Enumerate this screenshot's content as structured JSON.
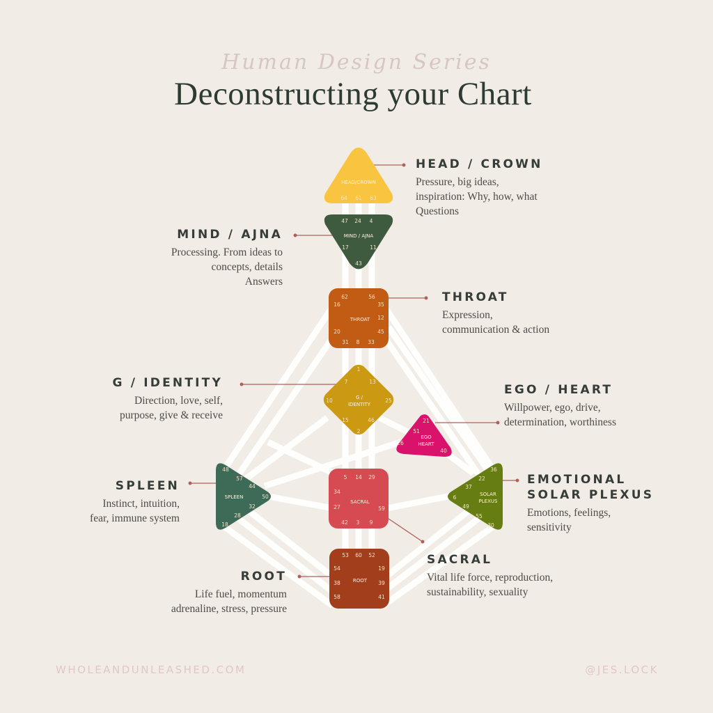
{
  "header": {
    "series_title": "Human Design Series",
    "title": "Deconstructing your Chart"
  },
  "centers": {
    "head": {
      "name": "HEAD/CROWN",
      "color": "#f9c440",
      "gates": [
        "64",
        "61",
        "63"
      ]
    },
    "ajna": {
      "name": "MIND / AJNA",
      "color": "#3e5b3f",
      "gates": [
        "47",
        "24",
        "4",
        "17",
        "11",
        "43"
      ]
    },
    "throat": {
      "name": "THROAT",
      "color": "#c25b14",
      "gates": [
        "62",
        "56",
        "16",
        "35",
        "12",
        "20",
        "45",
        "31",
        "8",
        "33"
      ]
    },
    "g": {
      "name_line1": "G /",
      "name_line2": "IDENTITY",
      "color": "#cc9a12",
      "gates": [
        "1",
        "7",
        "13",
        "10",
        "25",
        "15",
        "46",
        "2"
      ]
    },
    "ego": {
      "name_line1": "EGO",
      "name_line2": "HEART",
      "color": "#d9136c",
      "gates": [
        "21",
        "51",
        "26",
        "40"
      ]
    },
    "spleen": {
      "name": "SPLEEN",
      "color": "#3d6b58",
      "gates": [
        "48",
        "57",
        "44",
        "50",
        "32",
        "28",
        "18"
      ]
    },
    "sacral": {
      "name": "SACRAL",
      "color": "#d64b52",
      "gates": [
        "5",
        "14",
        "29",
        "34",
        "27",
        "59",
        "42",
        "3",
        "9"
      ]
    },
    "solar": {
      "name_line1": "SOLAR",
      "name_line2": "PLEXUS",
      "color": "#667d12",
      "gates": [
        "36",
        "22",
        "37",
        "6",
        "49",
        "55",
        "30"
      ]
    },
    "root": {
      "name": "ROOT",
      "color": "#a33e1c",
      "gates": [
        "53",
        "60",
        "52",
        "54",
        "19",
        "38",
        "39",
        "58",
        "41"
      ]
    }
  },
  "labels": {
    "head": {
      "title": "HEAD / CROWN",
      "desc": "Pressure, big ideas,\ninspiration: Why, how, what\nQuestions"
    },
    "ajna": {
      "title": "MIND / AJNA",
      "desc": "Processing. From ideas to\nconcepts, details\nAnswers"
    },
    "throat": {
      "title": "THROAT",
      "desc": "Expression,\ncommunication & action"
    },
    "g": {
      "title": "G / IDENTITY",
      "desc": "Direction, love, self,\npurpose, give & receive"
    },
    "ego": {
      "title": "EGO / HEART",
      "desc": "Willpower, ego, drive,\ndetermination, worthiness"
    },
    "spleen": {
      "title": "SPLEEN",
      "desc": "Instinct, intuition,\nfear, immune system"
    },
    "solar": {
      "title": "EMOTIONAL\nSOLAR PLEXUS",
      "title_line1": "EMOTIONAL",
      "title_line2": "SOLAR PLEXUS",
      "desc": "Emotions, feelings,\nsensitivity"
    },
    "root": {
      "title": "ROOT",
      "desc": "Life fuel, momentum\nadrenaline, stress, pressure"
    },
    "sacral": {
      "title": "SACRAL",
      "desc": "Vital life force, reproduction,\nsustainability, sexuality"
    }
  },
  "footer": {
    "website": "WHOLEANDUNLEASHED.COM",
    "handle": "@JES.LOCK"
  },
  "colors": {
    "background": "#f1ece6",
    "channel": "#ffffff",
    "leader_line": "#b0605a",
    "heading_text": "#2e3b33",
    "footer_text": "#e3c6c6"
  }
}
